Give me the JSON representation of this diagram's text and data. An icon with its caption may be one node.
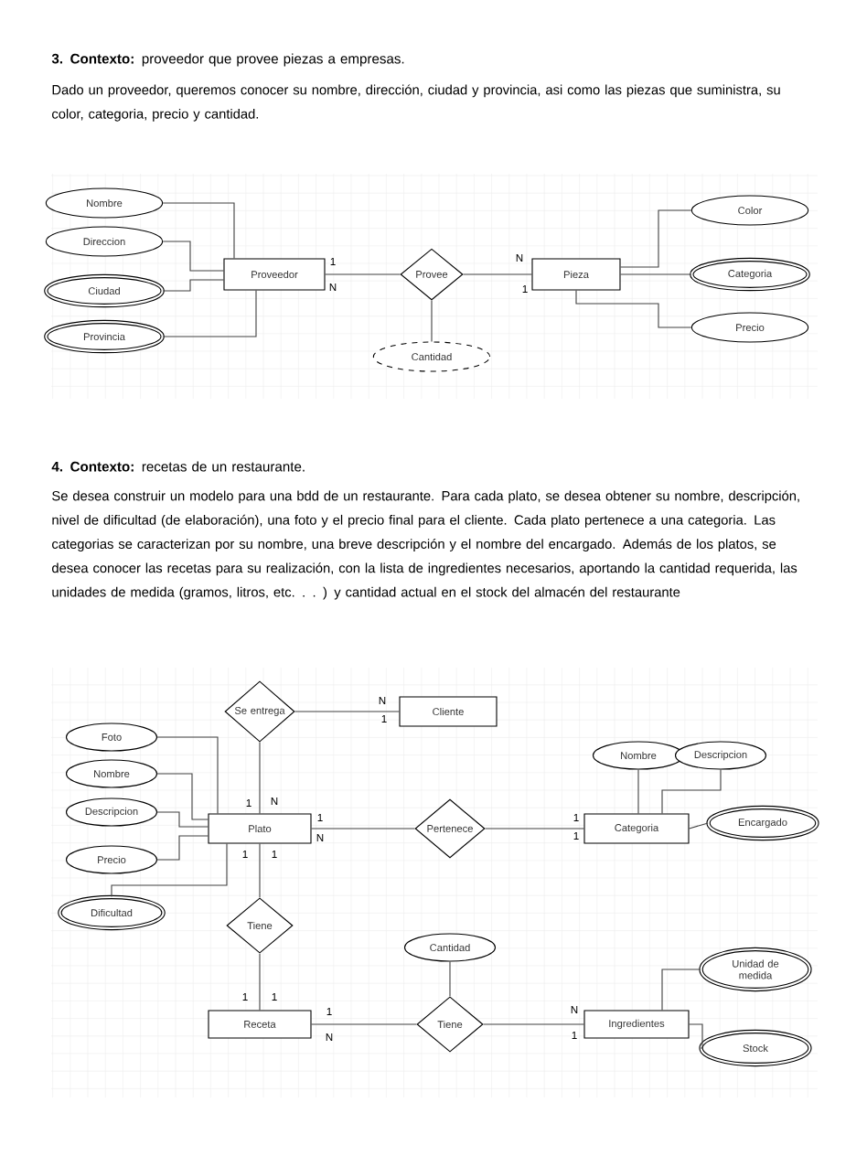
{
  "diagram": {
    "nodes": [
      {
        "text": [
          "Proveedor"
        ]
      },
      {
        "text": [
          "Provee"
        ]
      },
      {
        "text": [
          "Pieza"
        ]
      },
      {
        "text": [
          "Nombre"
        ]
      },
      {
        "text": [
          "Direccion"
        ]
      },
      {
        "text": [
          "Ciudad"
        ]
      },
      {
        "text": [
          "Provincia"
        ]
      },
      {
        "text": [
          "Cantidad"
        ]
      },
      {
        "text": [
          "Color"
        ]
      },
      {
        "text": [
          "Categoria"
        ]
      },
      {
        "text": [
          "Precio"
        ]
      },
      {
        "text": [
          "Se entrega"
        ]
      },
      {
        "text": [
          "Cliente"
        ]
      },
      {
        "text": [
          "Foto"
        ]
      },
      {
        "text": [
          "Nombre"
        ]
      },
      {
        "text": [
          "Descripcion"
        ]
      },
      {
        "text": [
          "Precio"
        ]
      },
      {
        "text": [
          "Dificultad"
        ]
      },
      {
        "text": [
          "Plato"
        ]
      },
      {
        "text": [
          "Pertenece"
        ]
      },
      {
        "text": [
          "Categoria"
        ]
      },
      {
        "text": [
          "Nombre"
        ]
      },
      {
        "text": [
          "Descripcion"
        ]
      },
      {
        "text": [
          "Encargado"
        ]
      },
      {
        "text": [
          "Tiene"
        ]
      },
      {
        "text": [
          "Cantidad"
        ]
      },
      {
        "text": [
          "Receta"
        ]
      },
      {
        "text": [
          "Tiene"
        ]
      },
      {
        "text": [
          "Ingredientes"
        ]
      },
      {
        "text": [
          "Unidad de medida"
        ]
      },
      {
        "text": [
          "Stock"
        ]
      }
    ],
    "edges": [
      {
        "from": 3,
        "to": 0,
        "arrow": "none"
      },
      {
        "from": 4,
        "to": 0,
        "arrow": "none"
      },
      {
        "from": 5,
        "to": 0,
        "arrow": "none"
      },
      {
        "from": 6,
        "to": 0,
        "arrow": "none"
      },
      {
        "from": 0,
        "to": 1,
        "arrow": "none"
      },
      {
        "from": 1,
        "to": 2,
        "arrow": "none"
      },
      {
        "from": 1,
        "to": 7,
        "arrow": "none"
      },
      {
        "from": 2,
        "to": 8,
        "arrow": "none"
      },
      {
        "from": 2,
        "to": 9,
        "arrow": "none"
      },
      {
        "from": 2,
        "to": 10,
        "arrow": "none"
      },
      {
        "from": 18,
        "to": 11,
        "arrow": "none"
      },
      {
        "from": 11,
        "to": 12,
        "arrow": "none"
      },
      {
        "from": 13,
        "to": 18,
        "arrow": "none"
      },
      {
        "from": 14,
        "to": 18,
        "arrow": "none"
      },
      {
        "from": 15,
        "to": 18,
        "arrow": "none"
      },
      {
        "from": 16,
        "to": 18,
        "arrow": "none"
      },
      {
        "from": 17,
        "to": 18,
        "arrow": "none"
      },
      {
        "from": 18,
        "to": 19,
        "arrow": "none"
      },
      {
        "from": 19,
        "to": 20,
        "arrow": "none"
      },
      {
        "from": 21,
        "to": 20,
        "arrow": "none"
      },
      {
        "from": 22,
        "to": 20,
        "arrow": "none"
      },
      {
        "from": 20,
        "to": 23,
        "arrow": "none"
      },
      {
        "from": 18,
        "to": 24,
        "arrow": "none"
      },
      {
        "from": 24,
        "to": 26,
        "arrow": "none"
      },
      {
        "from": 26,
        "to": 27,
        "arrow": "none"
      },
      {
        "from": 27,
        "to": 25,
        "arrow": "none"
      },
      {
        "from": 27,
        "to": 28,
        "arrow": "none"
      },
      {
        "from": 28,
        "to": 29,
        "arrow": "none"
      },
      {
        "from": 28,
        "to": 30,
        "arrow": "none"
      }
    ],
    "labels": [
      "**3. Contexto:** proveedor que provee piezas a empresas.",
      "Dado un proveedor, queremos conocer su nombre, dirección, ciudad y provincia, asi como las piezas que suministra, su color, categoria, precio y cantidad.",
      "1",
      "N",
      "N",
      "1",
      "**4. Contexto:** recetas de un restaurante.",
      "Se desea construir un modelo para una bdd de un restaurante. Para cada plato, se desea obtener su nombre, descripción, nivel de dificultad (de elaboración), una foto y el precio final para el cliente. Cada plato pertenece a una categoria. Las categorias se caracterizan por su nombre, una breve descripción y el nombre del encargado. Además de los platos, se desea conocer las recetas para su realización, con la lista de ingredientes necesarios, aportando la cantidad requerida, las unidades de medida (gramos, litros, etc. . . ) y cantidad actual en el stock del almacén del restaurante",
      "N",
      "1",
      "1",
      "N",
      "1",
      "N",
      "1",
      "1",
      "1",
      "1",
      "1",
      "1",
      "1",
      "N",
      "N",
      "1"
    ]
  }
}
